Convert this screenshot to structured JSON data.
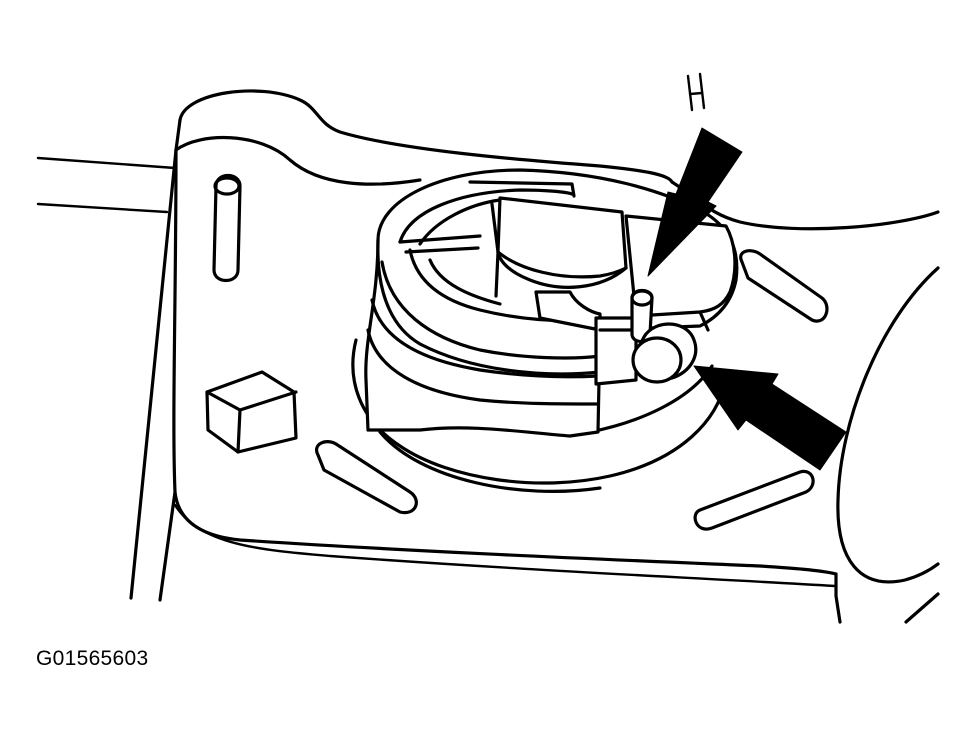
{
  "figure": {
    "code": "G01565603",
    "line_color": "#000000",
    "background_color": "#ffffff",
    "parts": [
      "housing-plate",
      "rotary-switch-assembly",
      "locking-pin",
      "roller",
      "upper-pointer-arrow",
      "lower-pointer-arrow"
    ]
  }
}
